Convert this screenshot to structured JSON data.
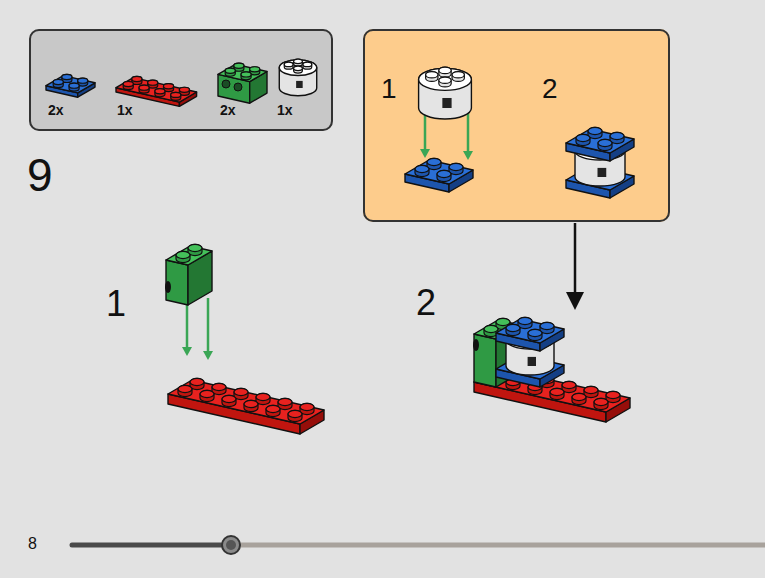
{
  "diagram": {
    "nodes": [
      {
        "text": [
          "2x",
          "1x",
          "2x",
          "1x"
        ]
      },
      {
        "text": [
          "1",
          "2"
        ]
      }
    ],
    "labels": [
      "9",
      "1",
      "2",
      "8"
    ]
  }
}
